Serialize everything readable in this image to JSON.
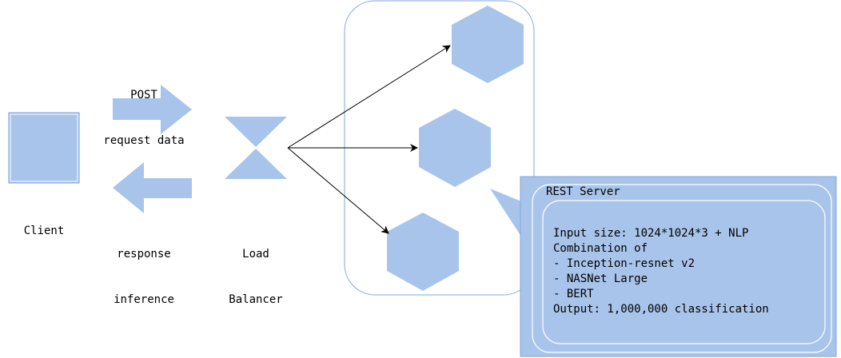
{
  "client": {
    "label": "Client"
  },
  "request_arrow": {
    "label_line1": "POST",
    "label_line2": "request data"
  },
  "response_arrow": {
    "label_line1": "response",
    "label_line2": "inference"
  },
  "load_balancer": {
    "label_line1": "Load",
    "label_line2": "Balancer"
  },
  "rest_server": {
    "title": "REST Server",
    "details": [
      "Input size: 1024*1024*3 + NLP",
      "Combination of",
      "- Inception-resnet v2",
      "- NASNet Large",
      "- BERT",
      "Output: 1,000,000 classification"
    ]
  },
  "colors": {
    "shape_fill": "#a9c4eb",
    "shape_stroke": "#7ea6e0",
    "line": "#000000"
  }
}
